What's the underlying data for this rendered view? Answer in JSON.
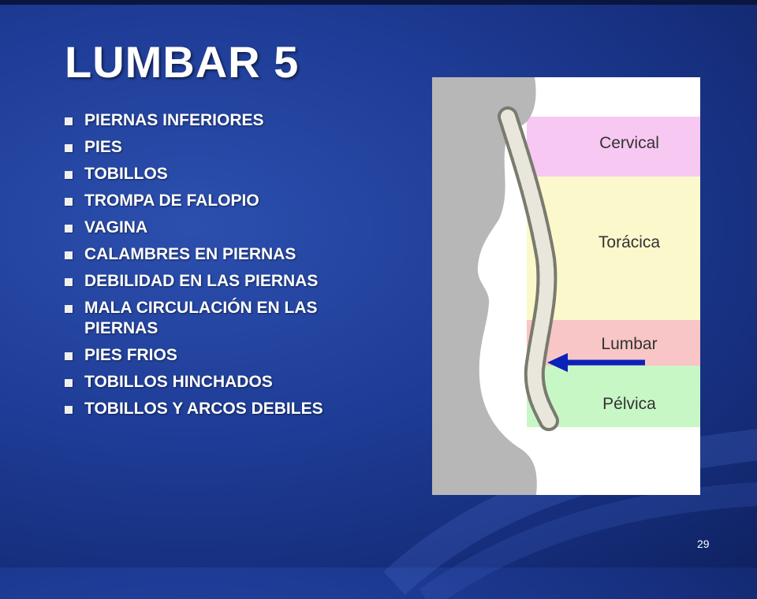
{
  "slide": {
    "title": "LUMBAR 5",
    "page_number": "29",
    "bullets": [
      "PIERNAS INFERIORES",
      "PIES",
      "TOBILLOS",
      "TROMPA DE FALOPIO",
      "VAGINA",
      "CALAMBRES EN PIERNAS",
      "DEBILIDAD EN LAS PIERNAS",
      "MALA CIRCULACIÓN EN LAS PIERNAS",
      "PIES FRIOS",
      "TOBILLOS HINCHADOS",
      "TOBILLOS Y ARCOS DEBILES"
    ]
  },
  "figure": {
    "regions": [
      {
        "label": "Cervical",
        "color": "#f7c8f2"
      },
      {
        "label": "Torácica",
        "color": "#fbf9cc"
      },
      {
        "label": "Lumbar",
        "color": "#f8c6c6"
      },
      {
        "label": "Pélvica",
        "color": "#c8f7c6"
      }
    ],
    "arrow_color": "#0a22b8",
    "silhouette_color": "#b7b7b7"
  }
}
